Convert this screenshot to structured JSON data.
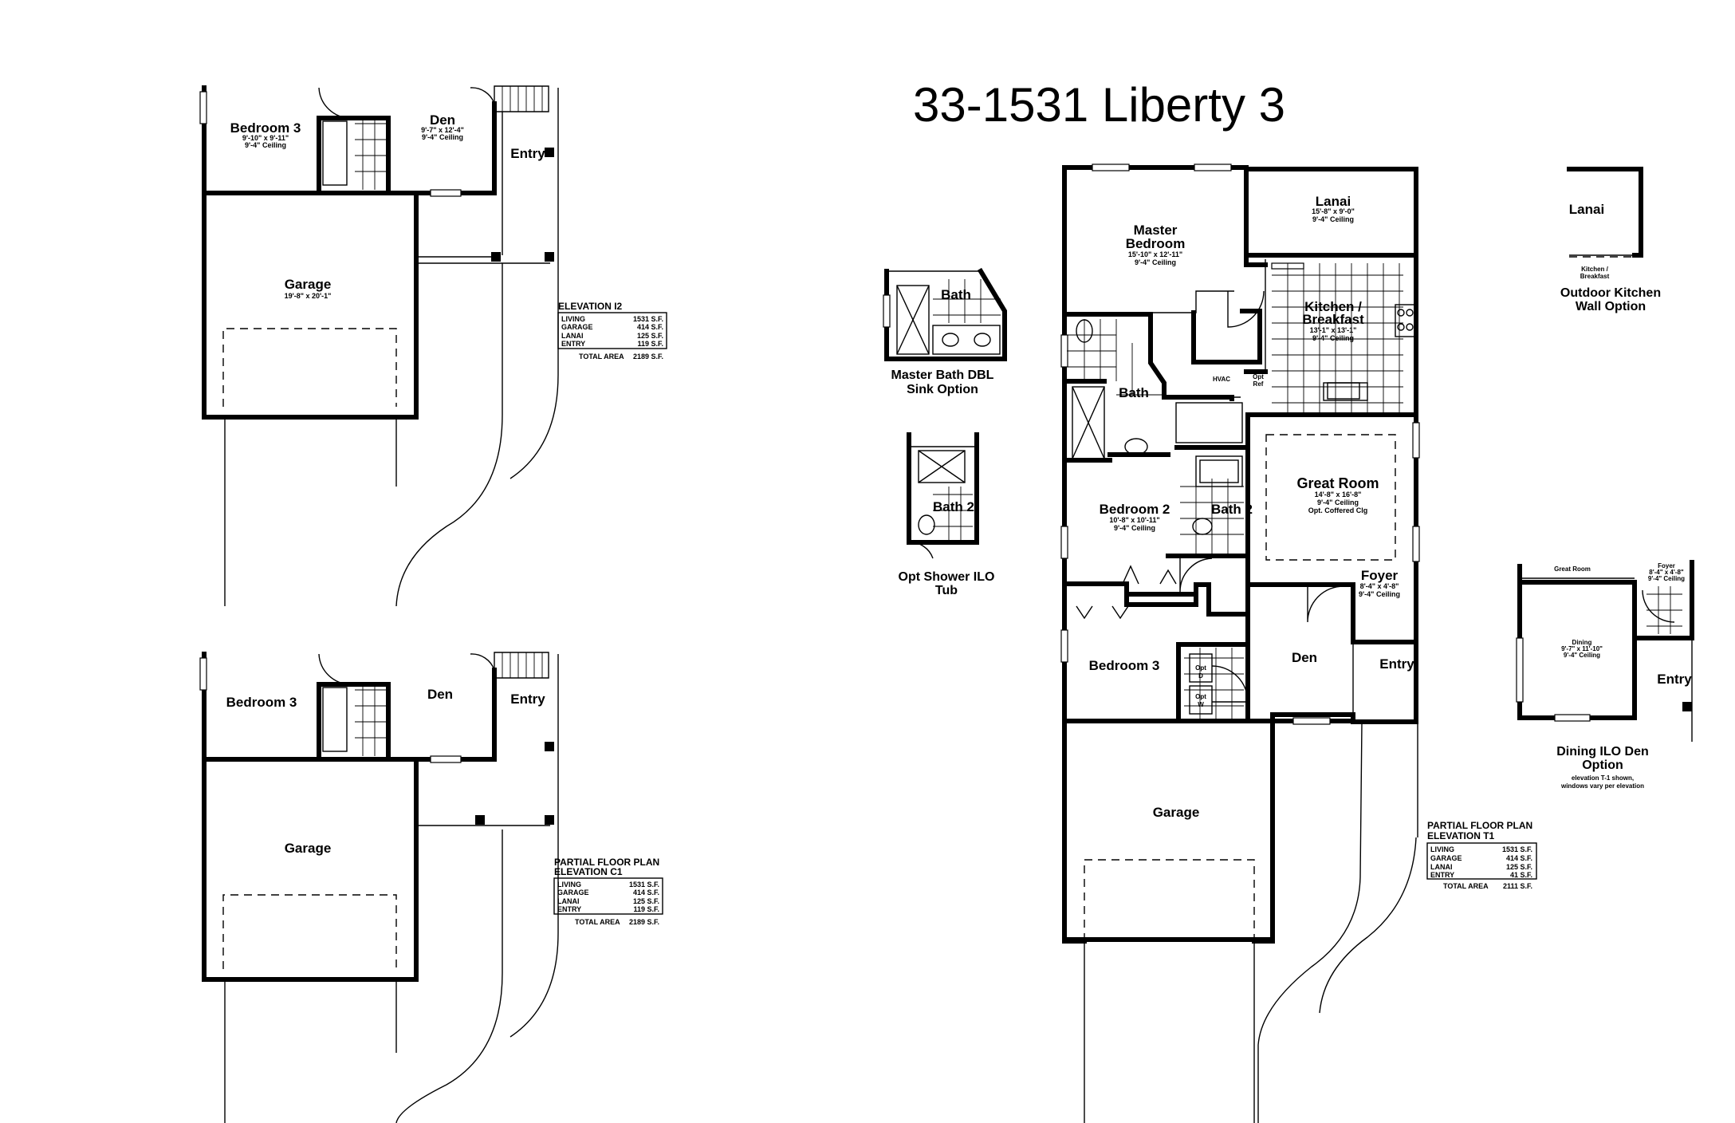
{
  "title": "33-1531 Liberty 3",
  "main_plan": {
    "rooms": {
      "lanai": {
        "name": "Lanai",
        "size": "15'-8\" x 9'-0\"",
        "ceiling": "9'-4\" Ceiling"
      },
      "master_bedroom": {
        "name": "Master Bedroom",
        "name_l1": "Master",
        "name_l2": "Bedroom",
        "size": "15'-10\" x 12'-11\"",
        "ceiling": "9'-4\" Ceiling"
      },
      "kitchen": {
        "name_l1": "Kitchen /",
        "name_l2": "Breakfast",
        "size": "13'-1\" x 13'-1\"",
        "ceiling": "9'-4\" Ceiling"
      },
      "bath": {
        "name": "Bath"
      },
      "hvac": {
        "name": "HVAC"
      },
      "opt_ref": {
        "l1": "Opt",
        "l2": "Ref"
      },
      "great_room": {
        "name": "Great Room",
        "size": "14'-8\" x 16'-8\"",
        "ceiling": "9'-4\" Ceiling",
        "ceiling2": "Opt. Coffered Clg"
      },
      "bedroom2": {
        "name": "Bedroom 2",
        "size": "10'-8\" x 10'-11\"",
        "ceiling": "9'-4\" Ceiling"
      },
      "bath2": {
        "name": "Bath 2"
      },
      "foyer": {
        "name": "Foyer",
        "size": "8'-4\" x 4'-8\"",
        "ceiling": "9'-4\" Ceiling"
      },
      "bedroom3": {
        "name": "Bedroom 3"
      },
      "den": {
        "name": "Den"
      },
      "entry": {
        "name": "Entry"
      },
      "garage": {
        "name": "Garage"
      },
      "opt_d": {
        "l1": "Opt",
        "l2": "D"
      },
      "opt_w": {
        "l1": "Opt",
        "l2": "W"
      }
    },
    "table": {
      "header1": "PARTIAL FLOOR PLAN",
      "header2": "ELEVATION  T1",
      "rows": [
        {
          "label": "LIVING",
          "value": "1531 S.F."
        },
        {
          "label": "GARAGE",
          "value": "414 S.F."
        },
        {
          "label": "LANAI",
          "value": "125 S.F."
        },
        {
          "label": "ENTRY",
          "value": "41 S.F."
        }
      ],
      "total_label": "TOTAL AREA",
      "total_value": "2111 S.F."
    }
  },
  "elevation_i2": {
    "rooms": {
      "bedroom3": {
        "name": "Bedroom 3",
        "size": "9'-10\" x 9'-11\"",
        "ceiling": "9'-4\" Ceiling"
      },
      "den": {
        "name": "Den",
        "size": "9'-7\" x 12'-4\"",
        "ceiling": "9'-4\" Ceiling"
      },
      "entry": {
        "name": "Entry"
      },
      "garage": {
        "name": "Garage",
        "size": "19'-8\" x 20'-1\""
      }
    },
    "table": {
      "header1": "ELEVATION I2",
      "rows": [
        {
          "label": "LIVING",
          "value": "1531 S.F."
        },
        {
          "label": "GARAGE",
          "value": "414 S.F."
        },
        {
          "label": "LANAI",
          "value": "125 S.F."
        },
        {
          "label": "ENTRY",
          "value": "119 S.F."
        }
      ],
      "total_label": "TOTAL AREA",
      "total_value": "2189 S.F."
    }
  },
  "elevation_c1": {
    "rooms": {
      "bedroom3": {
        "name": "Bedroom 3"
      },
      "den": {
        "name": "Den"
      },
      "entry": {
        "name": "Entry"
      },
      "garage": {
        "name": "Garage"
      }
    },
    "table": {
      "header1": "PARTIAL FLOOR PLAN",
      "header2": "ELEVATION C1",
      "rows": [
        {
          "label": "LIVING",
          "value": "1531 S.F."
        },
        {
          "label": "GARAGE",
          "value": "414 S.F."
        },
        {
          "label": "LANAI",
          "value": "125 S.F."
        },
        {
          "label": "ENTRY",
          "value": "119 S.F."
        }
      ],
      "total_label": "TOTAL AREA",
      "total_value": "2189 S.F."
    }
  },
  "options": {
    "master_bath": {
      "room": "Bath",
      "caption1": "Master Bath DBL",
      "caption2": "Sink Option"
    },
    "shower": {
      "room": "Bath 2",
      "caption1": "Opt Shower ILO",
      "caption2": "Tub"
    },
    "outdoor_kitchen": {
      "room": "Lanai",
      "sub1": "Kitchen /",
      "sub2": "Breakfast",
      "caption1": "Outdoor Kitchen",
      "caption2": "Wall Option"
    },
    "dining": {
      "great_room": "Great Room",
      "foyer": "Foyer",
      "foyer_size": "8'-4\" x 4'-8\"",
      "foyer_ceiling": "9'-4\" Ceiling",
      "dining": "Dining",
      "dining_size": "9'-7\" x 11'-10\"",
      "dining_ceiling": "9'-4\" Ceiling",
      "entry": "Entry",
      "caption1": "Dining ILO Den",
      "caption2": "Option",
      "note1": "elevation T-1 shown,",
      "note2": "windows vary per elevation"
    }
  }
}
